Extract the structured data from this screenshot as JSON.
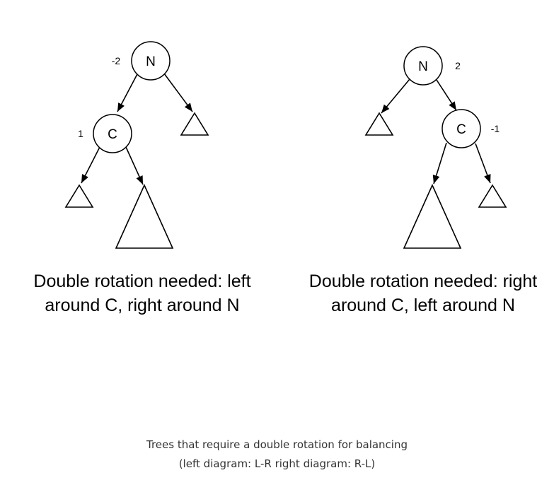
{
  "left_tree": {
    "root_label": "N",
    "root_balance": "-2",
    "child_label": "C",
    "child_balance": "1",
    "caption_line1": "Double rotation needed: left",
    "caption_line2": "around C, right around N"
  },
  "right_tree": {
    "root_label": "N",
    "root_balance": "2",
    "child_label": "C",
    "child_balance": "-1",
    "caption_line1": "Double rotation needed: right",
    "caption_line2": "around C, left around N"
  },
  "footer": {
    "line1": "Trees that require a double rotation for balancing",
    "line2": "(left diagram:  L-R   right diagram:  R-L)"
  }
}
